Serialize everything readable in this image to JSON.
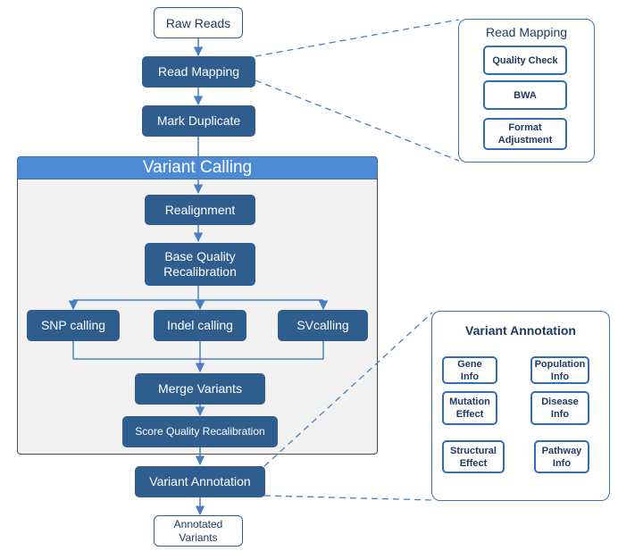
{
  "pipeline": {
    "raw_reads": "Raw Reads",
    "read_mapping": "Read Mapping",
    "mark_duplicate": "Mark Duplicate",
    "variant_calling_title": "Variant Calling",
    "realignment": "Realignment",
    "bqsr_line1": "Base Quality",
    "bqsr_line2": "Recalibration",
    "snp_calling": "SNP calling",
    "indel_calling": "Indel calling",
    "sv_calling": "SVcalling",
    "merge_variants": "Merge Variants",
    "score_recal": "Score Quality Recalibration",
    "variant_annotation": "Variant Annotation",
    "annotated_line1": "Annotated",
    "annotated_line2": "Variants"
  },
  "read_mapping_panel": {
    "title": "Read Mapping",
    "items": [
      "Quality Check",
      "BWA",
      "Format Adjustment"
    ]
  },
  "annotation_panel": {
    "title": "Variant Annotation",
    "gene_info": "Gene Info",
    "population_info": "Population Info",
    "mutation_effect": "Mutation Effect",
    "disease_info": "Disease Info",
    "structural_effect": "Structural Effect",
    "pathway_info": "Pathway Info"
  },
  "colors": {
    "box_fill": "#2f5d8e",
    "panel_border": "#3d73ad",
    "header_fill": "#4e8bd6",
    "arrow": "#4a7fc1"
  }
}
